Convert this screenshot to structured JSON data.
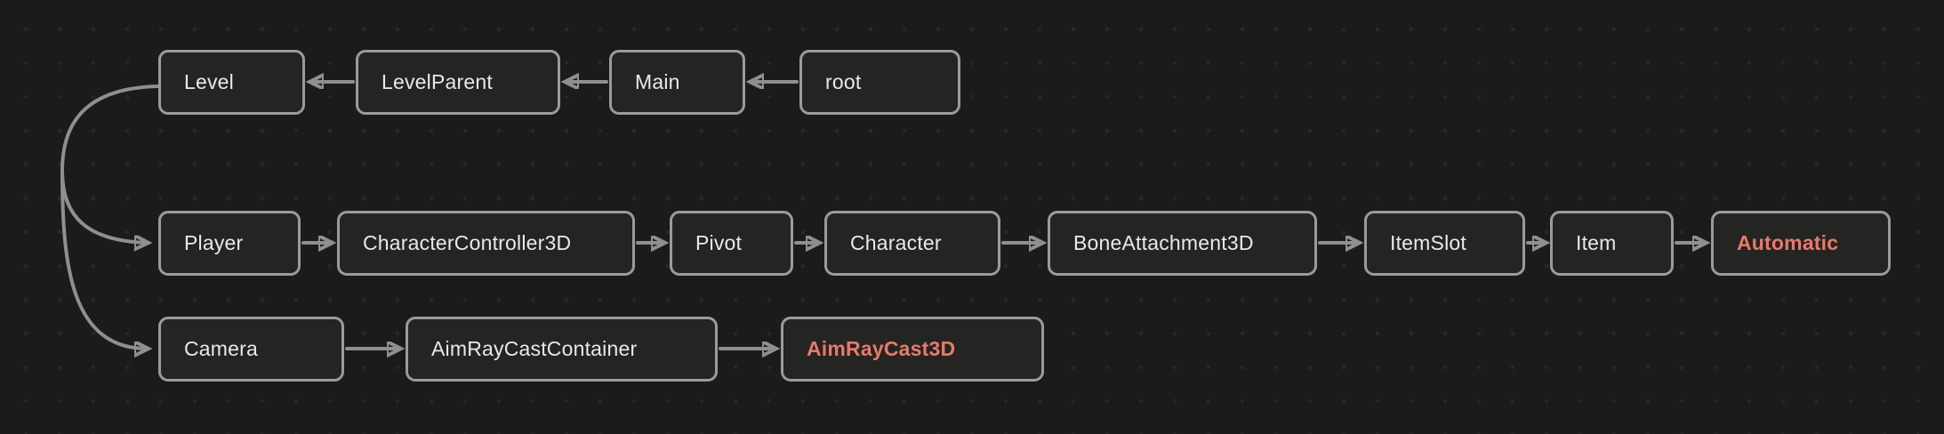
{
  "colors": {
    "background": "#1b1b19",
    "node_fill": "#242422",
    "node_border": "#9b9b99",
    "text": "#e9e9e7",
    "highlight_text": "#e8796b",
    "edge": "#8f8f8d"
  },
  "nodes": {
    "level": {
      "label": "Level"
    },
    "level_parent": {
      "label": "LevelParent"
    },
    "main": {
      "label": "Main"
    },
    "root": {
      "label": "root"
    },
    "player": {
      "label": "Player"
    },
    "character_controller_3d": {
      "label": "CharacterController3D"
    },
    "pivot": {
      "label": "Pivot"
    },
    "character": {
      "label": "Character"
    },
    "bone_attachment_3d": {
      "label": "BoneAttachment3D"
    },
    "item_slot": {
      "label": "ItemSlot"
    },
    "item": {
      "label": "Item"
    },
    "automatic": {
      "label": "Automatic"
    },
    "camera": {
      "label": "Camera"
    },
    "aim_ray_cast_container": {
      "label": "AimRayCastContainer"
    },
    "aim_ray_cast_3d": {
      "label": "AimRayCast3D"
    }
  },
  "edges": [
    {
      "from": "root",
      "to": "main"
    },
    {
      "from": "main",
      "to": "level_parent"
    },
    {
      "from": "level_parent",
      "to": "level"
    },
    {
      "from": "level",
      "to": "player"
    },
    {
      "from": "level",
      "to": "camera"
    },
    {
      "from": "player",
      "to": "character_controller_3d"
    },
    {
      "from": "character_controller_3d",
      "to": "pivot"
    },
    {
      "from": "pivot",
      "to": "character"
    },
    {
      "from": "character",
      "to": "bone_attachment_3d"
    },
    {
      "from": "bone_attachment_3d",
      "to": "item_slot"
    },
    {
      "from": "item_slot",
      "to": "item"
    },
    {
      "from": "item",
      "to": "automatic"
    },
    {
      "from": "camera",
      "to": "aim_ray_cast_container"
    },
    {
      "from": "aim_ray_cast_container",
      "to": "aim_ray_cast_3d"
    }
  ]
}
